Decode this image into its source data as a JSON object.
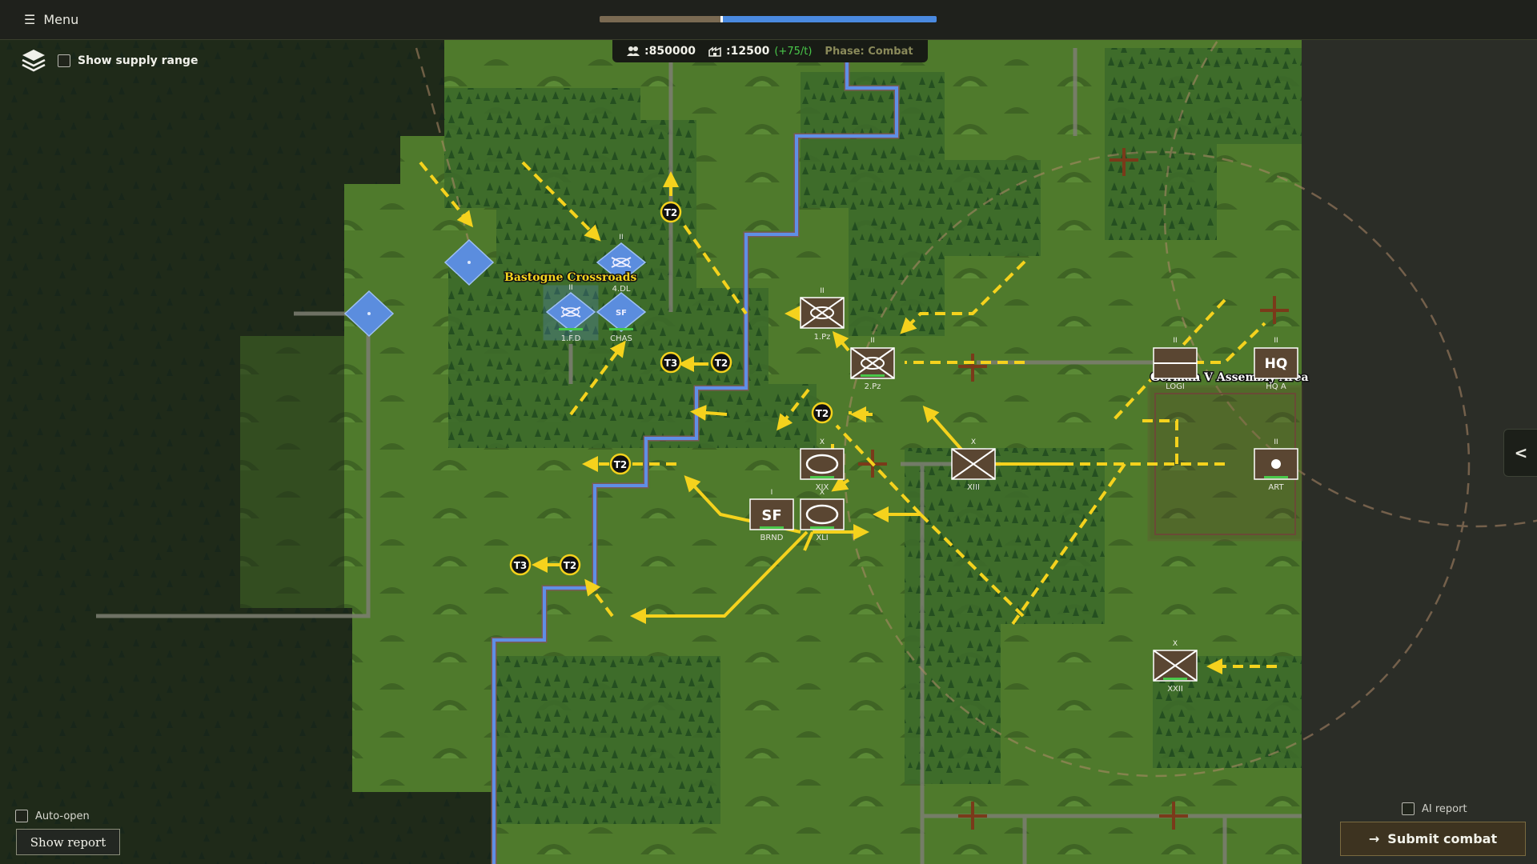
{
  "menu": {
    "label": "Menu",
    "icon": "hamburger-icon"
  },
  "turn_progress": {
    "elapsed_fraction": 0.36,
    "remaining_fraction": 0.64
  },
  "resources": {
    "manpower_value": ":850000",
    "money_value": ":12500",
    "money_rate": "(+75/t)",
    "phase": "Phase: Combat"
  },
  "supply_range": {
    "label": "Show supply range",
    "checked": false
  },
  "auto_open": {
    "label": "Auto-open",
    "checked": false
  },
  "show_report": {
    "label": "Show report"
  },
  "ai_report": {
    "label": "AI report",
    "checked": false
  },
  "submit_combat": {
    "label": "Submit combat"
  },
  "side_panel_toggle": {
    "label": "<"
  },
  "colors": {
    "allied": "#5b8dde",
    "axis": "#5a4632",
    "order_arrow": "#f5d21d",
    "river": "#5f8fe6",
    "grass": "#4f7a2c",
    "forest": "#2a5a26"
  },
  "map": {
    "locations": [
      {
        "name": "Bastogne Crossroads"
      },
      {
        "name": "German V Assembly Area"
      }
    ],
    "allied_units": [
      {
        "id": "u1",
        "designation": ""
      },
      {
        "id": "u2",
        "designation": ""
      },
      {
        "id": "u3",
        "designation": "4.DL",
        "size": "II"
      },
      {
        "id": "u4",
        "designation": "1.F.D",
        "size": "II"
      },
      {
        "id": "u5",
        "designation": "CHAS",
        "type": "SF"
      }
    ],
    "axis_units": [
      {
        "id": "a1",
        "designation": "1.Pz",
        "size": "II"
      },
      {
        "id": "a2",
        "designation": "2.Pz",
        "size": "II"
      },
      {
        "id": "a3",
        "designation": "XIX",
        "size": "X"
      },
      {
        "id": "a4",
        "designation": "XLI",
        "size": "X"
      },
      {
        "id": "a5",
        "designation": "BRND",
        "type": "SF",
        "size": "I"
      },
      {
        "id": "a6",
        "designation": "XIII",
        "size": "X"
      },
      {
        "id": "a7",
        "designation": "LOGI",
        "size": "II"
      },
      {
        "id": "a8",
        "designation": "HQ A",
        "type": "HQ",
        "size": "II"
      },
      {
        "id": "a9",
        "designation": "ART",
        "size": "II"
      },
      {
        "id": "a10",
        "designation": "XXII",
        "size": "X"
      }
    ],
    "turn_markers": [
      "T2",
      "T2",
      "T3",
      "T2",
      "T2",
      "T3",
      "T2"
    ]
  }
}
